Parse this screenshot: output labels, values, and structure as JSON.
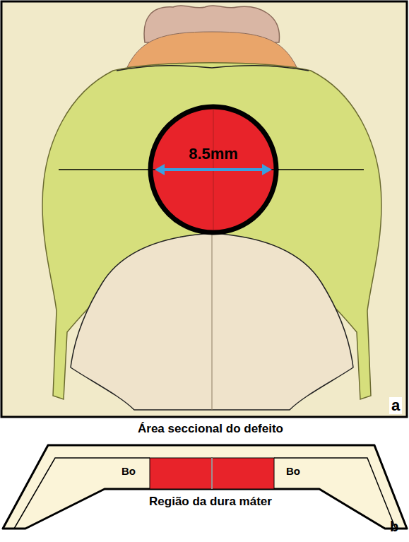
{
  "diagram": {
    "nodes": [
      {
        "text": [
          "8.5mm"
        ]
      }
    ],
    "labels": [
      "a",
      "Área seccional do defeito",
      "Bo",
      "Bo",
      "Região da dura máter",
      "b"
    ]
  }
}
